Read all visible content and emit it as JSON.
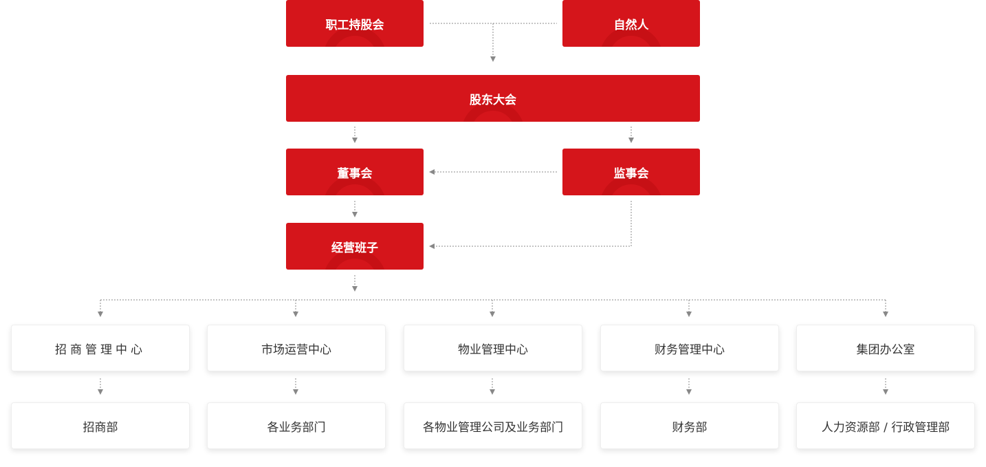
{
  "top": {
    "employee_union": "职工持股会",
    "natural_person": "自然人"
  },
  "shareholders_meeting": "股东大会",
  "board_of_directors": "董事会",
  "board_of_supervisors": "监事会",
  "management_team": "经营班子",
  "centers": [
    "招商管理中心",
    "市场运营中心",
    "物业管理中心",
    "财务管理中心",
    "集团办公室"
  ],
  "departments": [
    "招商部",
    "各业务部门",
    "各物业管理公司及业务部门",
    "财务部",
    "人力资源部 / 行政管理部"
  ],
  "colors": {
    "primary_red": "#d5151b",
    "connector_gray": "#888888",
    "text_dark": "#333333"
  }
}
